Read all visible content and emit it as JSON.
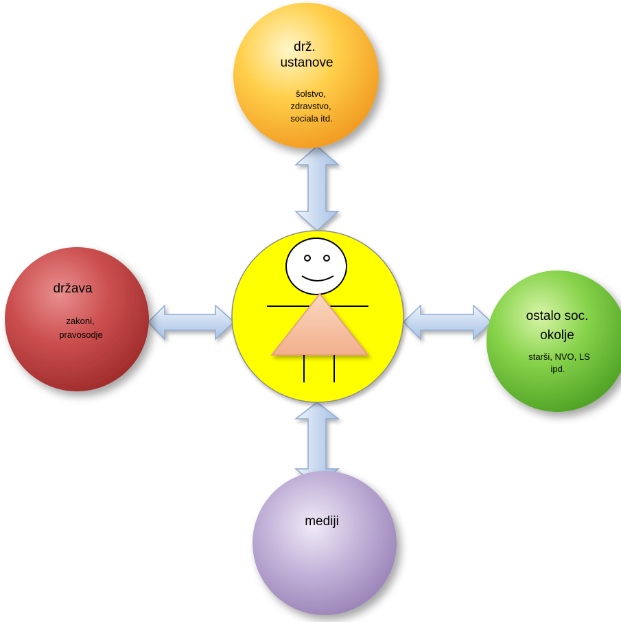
{
  "nodes": {
    "top": {
      "title_lines": [
        "drž.",
        "ustanove"
      ],
      "detail_lines": [
        "šolstvo,",
        "zdravstvo,",
        "sociala itd."
      ],
      "color": "#f5a623"
    },
    "left": {
      "title_lines": [
        "država"
      ],
      "detail_lines": [
        "zakoni,",
        "pravosodje"
      ],
      "color": "#b83a3a"
    },
    "right": {
      "title_lines": [
        "ostalo soc.",
        "okolje"
      ],
      "detail_lines": [
        "starši, NVO, LS",
        "ipd."
      ],
      "color": "#5cb832"
    },
    "bottom": {
      "title_lines": [
        "mediji"
      ],
      "detail_lines": [],
      "color": "#9b84b8"
    },
    "center": {
      "color": "#ffff00",
      "figure": "stick-figure-child-icon"
    }
  },
  "arrows": {
    "color": "#c9daf0",
    "stroke": "#8ea9cf"
  }
}
